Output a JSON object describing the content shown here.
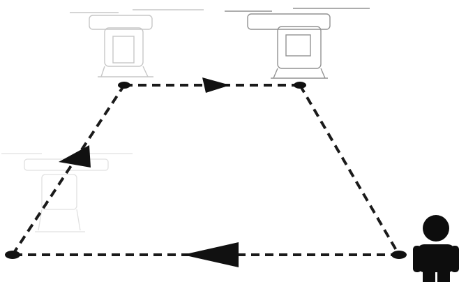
{
  "diagram": {
    "description_free": true,
    "colors": {
      "path": "#1a1a1a",
      "waypoint": "#111111",
      "drone_faded": "#b8b8b8",
      "drone_dark": "#8a8a8a",
      "person": "#0d0d0d"
    },
    "icons": {
      "drone_top_left": "drone-icon",
      "drone_top_right": "drone-icon",
      "drone_left_faded": "drone-icon",
      "person": "person-icon"
    },
    "path_segments": 4,
    "waypoints": 4,
    "direction_arrows": 3
  }
}
